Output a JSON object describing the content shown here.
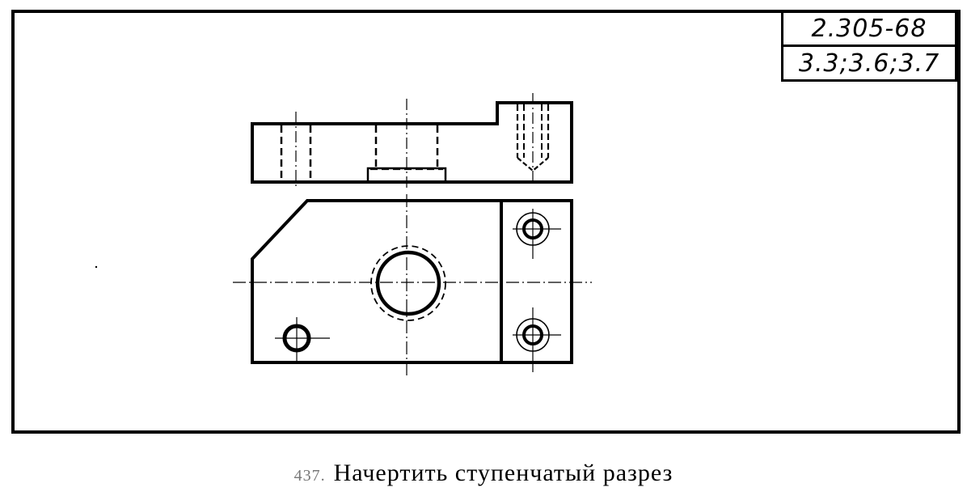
{
  "stamp": {
    "standard": "2.305-68",
    "paragraphs": "3.3;3.6;3.7"
  },
  "caption": {
    "number": "437.",
    "text": "Начертить ступенчатый разрез"
  },
  "colors": {
    "ink": "#000000",
    "paper": "#ffffff"
  }
}
